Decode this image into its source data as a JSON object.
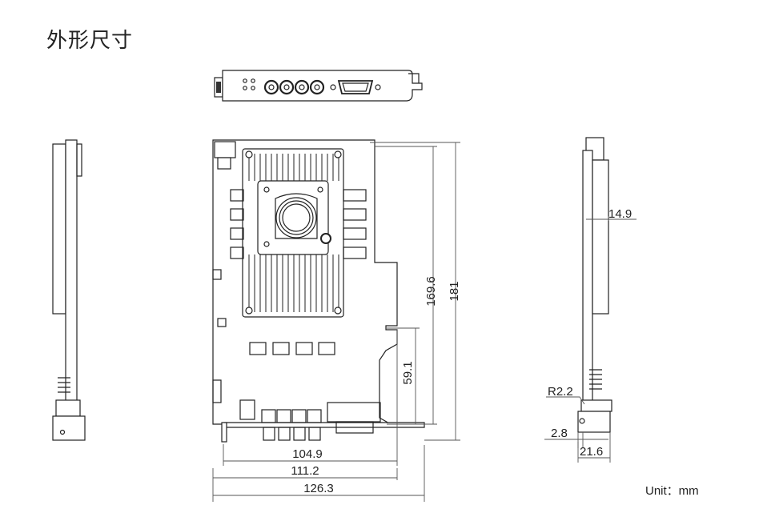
{
  "title": "外形尺寸",
  "unit_label": "Unit：mm",
  "dimensions": {
    "height_total": "181",
    "height_board": "169.6",
    "height_lower": "59.1",
    "width_a": "104.9",
    "width_b": "111.2",
    "width_c": "126.3",
    "side_thickness": "14.9",
    "radius": "R2.2",
    "side_offset": "2.8",
    "side_width": "21.6"
  },
  "colors": {
    "line": "#222222",
    "fill": "#ffffff",
    "dim": "#555555"
  }
}
